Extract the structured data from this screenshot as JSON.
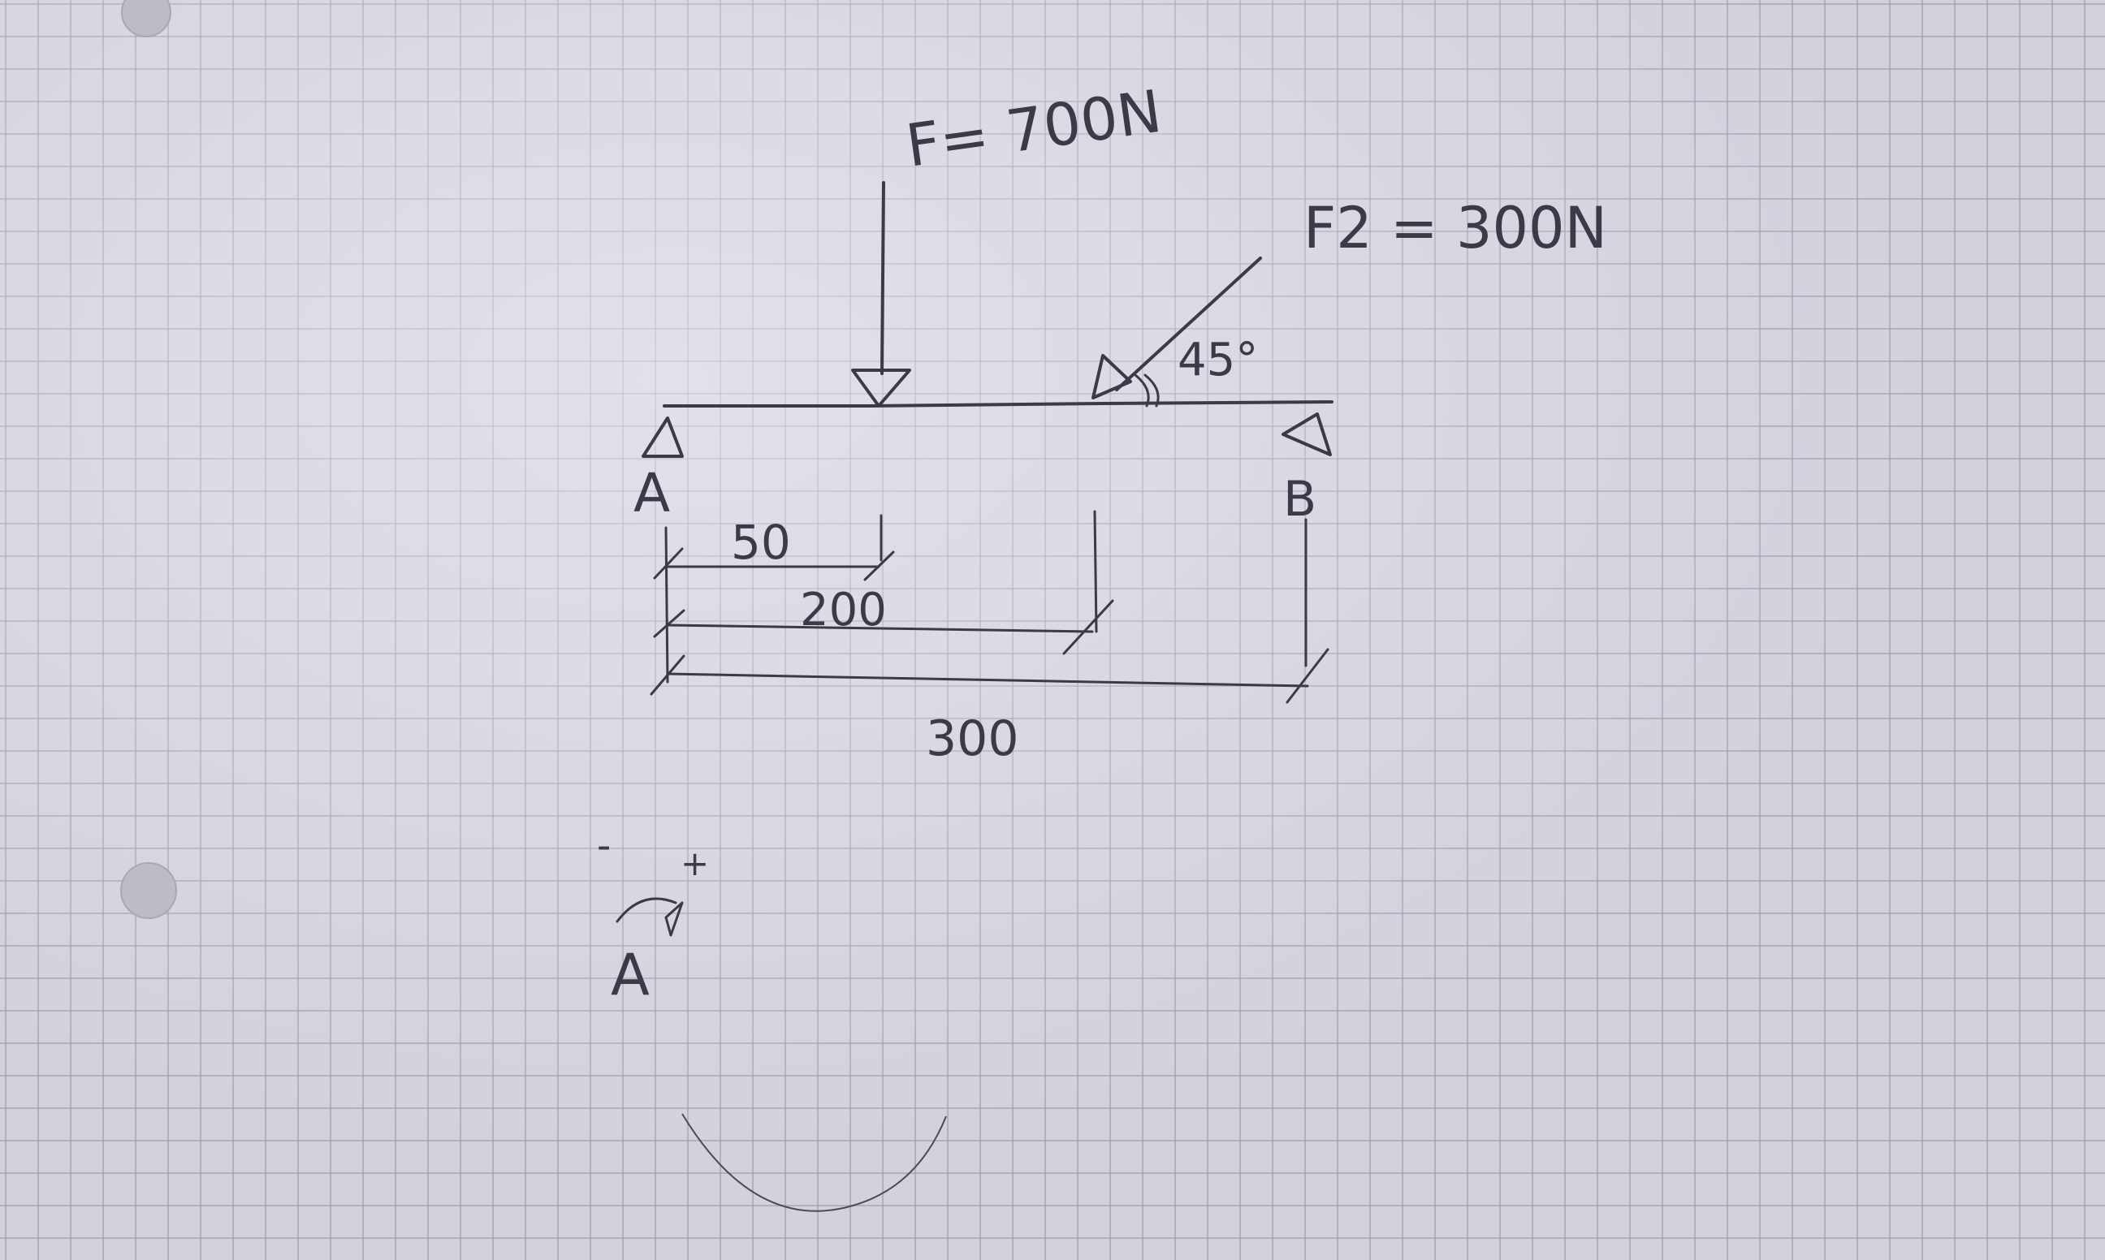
{
  "diagram": {
    "forces": {
      "f1_label": "F= 700N",
      "f2_label": "F2 = 300N",
      "f2_angle": "45°"
    },
    "supports": {
      "a_label": "A",
      "b_label": "B"
    },
    "dimensions": {
      "d1": "50",
      "d2": "200",
      "d3": "300"
    },
    "sign_convention": {
      "minus": "-",
      "plus": "+",
      "point": "A"
    }
  }
}
